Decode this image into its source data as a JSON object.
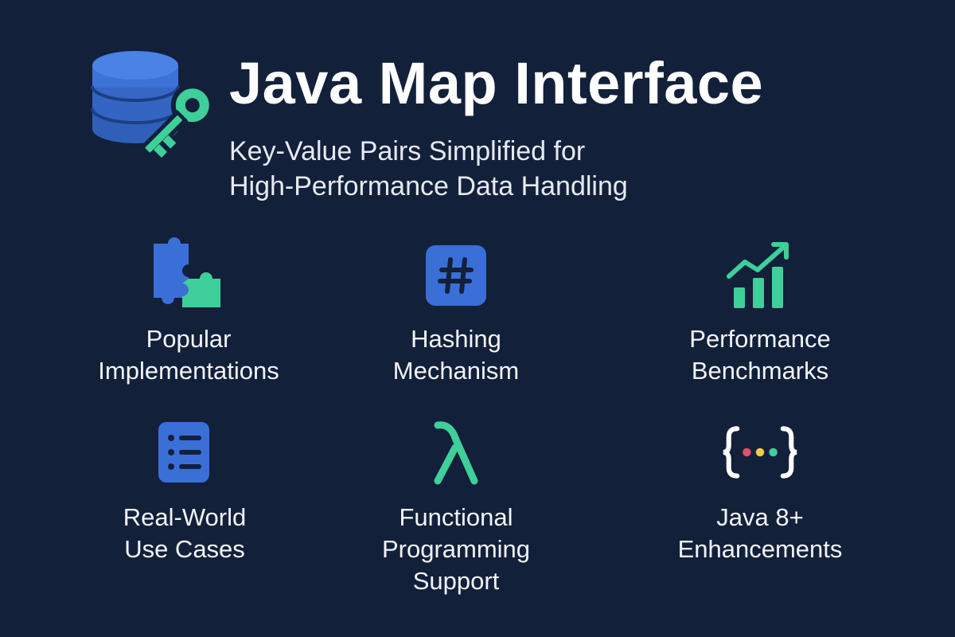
{
  "header": {
    "title": "Java Map Interface",
    "subtitle_line1": "Key-Value Pairs Simplified for",
    "subtitle_line2": "High-Performance Data Handling",
    "logo_icon": "database-key-icon"
  },
  "colors": {
    "background": "#13203a",
    "blue": "#3a6fd8",
    "green": "#3ecf9a"
  },
  "features": [
    {
      "icon": "puzzle-icon",
      "line1": "Popular",
      "line2": "Implementations"
    },
    {
      "icon": "hash-icon",
      "line1": "Hashing",
      "line2": "Mechanism"
    },
    {
      "icon": "bar-chart-trend-icon",
      "line1": "Performance",
      "line2": "Benchmarks"
    },
    {
      "icon": "list-icon",
      "line1": "Real-World",
      "line2": "Use Cases"
    },
    {
      "icon": "lambda-icon",
      "line1": "Functional",
      "line2": "Programming",
      "line3": "Support"
    },
    {
      "icon": "curly-braces-icon",
      "line1": "Java 8+",
      "line2": "Enhancements",
      "glyph": "{···}"
    }
  ]
}
